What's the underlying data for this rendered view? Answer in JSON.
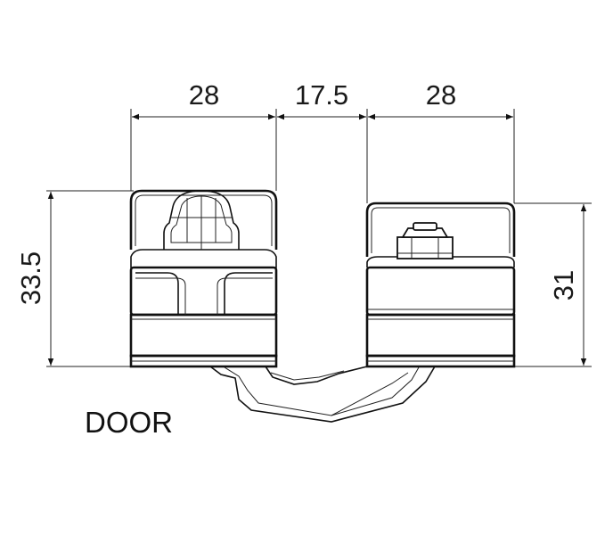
{
  "dimensions": {
    "width_left": "28",
    "gap": "17.5",
    "width_right": "28",
    "height_left": "33.5",
    "height_right": "31"
  },
  "labels": {
    "door": "DOOR"
  }
}
